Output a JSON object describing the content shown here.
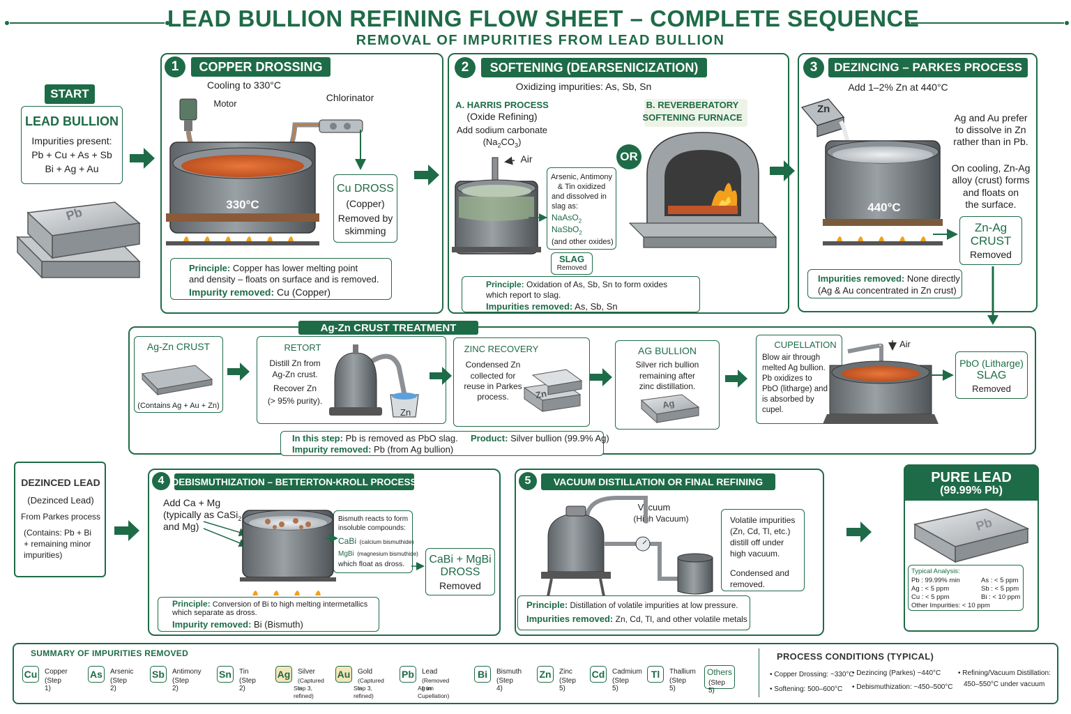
{
  "header": {
    "title": "LEAD BULLION REFINING FLOW SHEET – COMPLETE SEQUENCE",
    "subtitle": "REMOVAL OF IMPURITIES FROM LEAD BULLION"
  },
  "start": {
    "tag": "START",
    "title": "LEAD BULLION",
    "lines": [
      "Impurities present:",
      "Pb + Cu + As + Sb",
      "Bi + Ag + Au"
    ],
    "ingot_label": "Pb"
  },
  "step1": {
    "num": "1",
    "title": "COPPER DROSSING",
    "cooling": "Cooling to 330°C",
    "motor": "Motor",
    "chlorinator": "Chlorinator",
    "temp": "330°C",
    "dross_title": "Cu DROSS",
    "dross_lines": [
      "(Copper)",
      "Removed by",
      "skimming"
    ],
    "principle_label": "Principle:",
    "principle_text": "Copper has lower melting point",
    "principle_text2": "and density – floats on surface and is removed.",
    "removed_label": "Impurity removed:",
    "removed_text": "Cu (Copper)"
  },
  "step2": {
    "num": "2",
    "title": "SOFTENING  (DEARSENICIZATION)",
    "oxidizing": "Oxidizing impurities: As, Sb, Sn",
    "a_title1": "A.  HARRIS PROCESS",
    "a_title2": "(Oxide Refining)",
    "a_line1": "Add sodium carbonate",
    "a_line2": "(Na",
    "a_line2_sub": "2",
    "a_line2_b": "CO",
    "a_line2_sub2": "3",
    "a_line2_c": ")",
    "air": "Air",
    "ox_lines": [
      "Arsenic, Antimony",
      "& Tin oxidized",
      "and dissolved in",
      "slag as:"
    ],
    "naaso": "NaAsO",
    "nasbo": "NaSbO",
    "sub2": "2",
    "other_ox": "(and other oxides)",
    "slag_title": "SLAG",
    "slag_sub": "Removed",
    "or": "OR",
    "b_title1": "B.  REVERBERATORY",
    "b_title2": "SOFTENING FURNACE",
    "principle_label": "Principle:",
    "principle_text": "Oxidation of As, Sb, Sn to form oxides",
    "principle_text2": "which report to slag.",
    "removed_label": "Impurities removed:",
    "removed_text": "As, Sb, Sn"
  },
  "step3": {
    "num": "3",
    "title": "DEZINCING – PARKES PROCESS",
    "add": "Add 1–2% Zn at 440°C",
    "zn": "Zn",
    "note1": [
      "Ag and Au prefer",
      "to dissolve in Zn",
      "rather than in Pb."
    ],
    "note2": [
      "On cooling, Zn-Ag",
      "alloy (crust) forms",
      "and floats on",
      "the surface."
    ],
    "temp": "440°C",
    "crust_lines": [
      "Zn-Ag",
      "CRUST"
    ],
    "crust_sub": "Removed",
    "removed_label": "Impurities removed:",
    "removed_text": "None directly",
    "removed_text2": "(Ag & Au concentrated in Zn crust)"
  },
  "crust": {
    "tag": "Ag-Zn CRUST TREATMENT",
    "agzn_title": "Ag-Zn CRUST",
    "agzn_sub": "(Contains Ag + Au + Zn)",
    "retort_title": "RETORT",
    "retort_lines": [
      "Distill Zn from",
      "Ag-Zn crust.",
      "Recover Zn",
      "(> 95% purity)."
    ],
    "retort_zn": "Zn",
    "zinc_title": "ZINC RECOVERY",
    "zinc_lines": [
      "Condensed Zn",
      "collected for",
      "reuse in Parkes",
      "process."
    ],
    "zinc_ingot": "Zn",
    "ag_title": "AG BULLION",
    "ag_lines": [
      "Silver rich bullion",
      "remaining after",
      "zinc distillation."
    ],
    "ag_ingot": "Ag",
    "cup_title": "CUPELLATION",
    "cup_lines": [
      "Blow air through",
      "melted Ag bullion.",
      "Pb oxidizes to",
      "PbO (litharge) and",
      "is absorbed by",
      "cupel."
    ],
    "cup_air": "Air",
    "pbo_lines": [
      "PbO (Litharge)",
      "SLAG"
    ],
    "pbo_sub": "Removed",
    "step_label": "In this step:",
    "step_text": "Pb is removed as PbO slag.",
    "product_label": "Product:",
    "product_text": "Silver bullion (99.9% Ag)",
    "removed_label": "Impurity removed:",
    "removed_text": "Pb (from Ag bullion)"
  },
  "dezinced": {
    "title": "DEZINCED LEAD",
    "lines": [
      "(Dezinced Lead)",
      "From Parkes process",
      "(Contains: Pb + Bi",
      "+ remaining minor",
      "impurities)"
    ]
  },
  "step4": {
    "num": "4",
    "title": "DEBISMUTHIZATION – BETTERTON-KROLL PROCESS",
    "add1": "Add Ca + Mg",
    "add2": "(typically as CaSi",
    "add2_sub": "2",
    "add3": "and Mg)",
    "react_lines": [
      "Bismuth reacts to form",
      "insoluble compounds:"
    ],
    "cabi": "CaBi",
    "cabi_desc": "(calcium bismuthide)",
    "mgbi": "MgBi",
    "mgbi_desc": "(magnesium bismuthide)",
    "react_end": "which float as dross.",
    "dross_lines": [
      "CaBi + MgBi",
      "DROSS"
    ],
    "dross_sub": "Removed",
    "principle_label": "Principle:",
    "principle_text": "Conversion of Bi to high melting intermetallics",
    "principle_text2": "which separate as dross.",
    "removed_label": "Impurity removed:",
    "removed_text": "Bi (Bismuth)"
  },
  "step5": {
    "num": "5",
    "title": "VACUUM  DISTILLATION  OR  FINAL REFINING",
    "vac1": "Vacuum",
    "vac2": "(High Vacuum)",
    "vol_lines": [
      "Volatile impurities",
      "(Zn, Cd, Tl, etc.)",
      "distill off under",
      "high vacuum."
    ],
    "cond_lines": [
      "Condensed and",
      "removed."
    ],
    "principle_label": "Principle:",
    "principle_text": "Distillation of volatile impurities at low pressure.",
    "removed_label": "Impurities removed:",
    "removed_text": "Zn, Cd, Tl, and other volatile metals"
  },
  "pure": {
    "title": "PURE LEAD",
    "purity": "(99.99% Pb)",
    "ingot": "Pb",
    "analysis_title": "Typical Analysis:",
    "analysis_left": [
      "Pb : 99.99% min",
      "Ag : < 5 ppm",
      "Cu : < 5 ppm"
    ],
    "analysis_right": [
      "As : < 5 ppm",
      "Sb : < 5 ppm",
      "Bi : < 10 ppm"
    ],
    "analysis_other": "Other Impurities: < 10 ppm"
  },
  "summary": {
    "title": "SUMMARY  OF  IMPURITIES  REMOVED",
    "items": [
      {
        "sym": "Cu",
        "name": "Copper",
        "step": "(Step 1)",
        "bg": "#ffffff"
      },
      {
        "sym": "As",
        "name": "Arsenic",
        "step": "(Step 2)",
        "bg": "#ffffff"
      },
      {
        "sym": "Sb",
        "name": "Antimony",
        "step": "(Step 2)",
        "bg": "#ffffff"
      },
      {
        "sym": "Sn",
        "name": "Tin",
        "step": "(Step 2)",
        "bg": "#ffffff"
      },
      {
        "sym": "Ag",
        "name": "Silver",
        "step": "(Captured in",
        "step2": "Step 3, refined)",
        "bg": "#f3e6b8"
      },
      {
        "sym": "Au",
        "name": "Gold",
        "step": "(Captured in",
        "step2": "Step 3, refined)",
        "bg": "#f3e6b8"
      },
      {
        "sym": "Pb",
        "name": "Lead",
        "step": "(Removed from",
        "step2": "Ag in Cupellation)",
        "bg": "#ffffff"
      },
      {
        "sym": "Bi",
        "name": "Bismuth",
        "step": "(Step 4)",
        "bg": "#ffffff"
      },
      {
        "sym": "Zn",
        "name": "Zinc",
        "step": "(Step 5)",
        "bg": "#ffffff"
      },
      {
        "sym": "Cd",
        "name": "Cadmium",
        "step": "(Step 5)",
        "bg": "#ffffff"
      },
      {
        "sym": "Tl",
        "name": "Thallium",
        "step": "(Step 5)",
        "bg": "#ffffff"
      },
      {
        "sym": "Others",
        "name": "",
        "step": "(Step 5)",
        "bg": "#ffffff"
      }
    ],
    "cond_title": "PROCESS  CONDITIONS  (TYPICAL)",
    "cond": [
      "• Copper Drossing: ~330°C",
      "• Softening: 500–600°C",
      "• Dezincing (Parkes) ~440°C",
      "• Debismuthization: ~450–500°C",
      "• Refining/Vacuum Distillation:",
      "450–550°C under vacuum"
    ]
  },
  "colors": {
    "green": "#1e6b47",
    "melt": "#d9642a",
    "steel": "#7d8488",
    "flame": "#f3a01c"
  }
}
